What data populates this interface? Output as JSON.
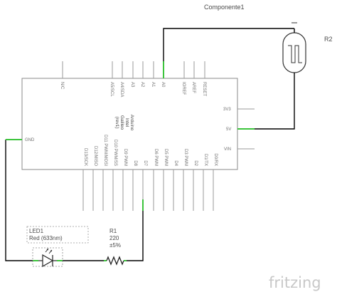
{
  "component_label": "Componente1",
  "ldr": {
    "ref": "R2"
  },
  "board": {
    "name_lines": [
      "Arduino",
      "Intel",
      "Galileo",
      "(rev1)"
    ],
    "top_pins": [
      "N/C",
      "A5/SCL",
      "A4/SDA",
      "A3",
      "A2",
      "A1",
      "A0",
      "IOREF",
      "AREF",
      "RESET"
    ],
    "right_pins": [
      "3V3",
      "5V",
      "VIN"
    ],
    "left_pins": [
      "GND"
    ],
    "bottom_pins": [
      "D13/SCK",
      "D12/MISO",
      "D11 PWM/MOSI",
      "D10 PWM/SS",
      "D9 PWM",
      "D8",
      "D7",
      "D6 PWM",
      "D5 PWM",
      "D4",
      "D3 PWM",
      "D2",
      "D1/TX",
      "D0/RX"
    ]
  },
  "led": {
    "ref": "LED1",
    "desc": "Red (633nm)"
  },
  "resistor": {
    "ref": "R1",
    "value": "220",
    "tolerance": "±5%"
  },
  "watermark": "fritzing",
  "colors": {
    "wire": "#000000",
    "connected_pin": "#3cc43c",
    "pin_lead": "#9a9a9a",
    "board_outline": "#8a8a8a"
  }
}
